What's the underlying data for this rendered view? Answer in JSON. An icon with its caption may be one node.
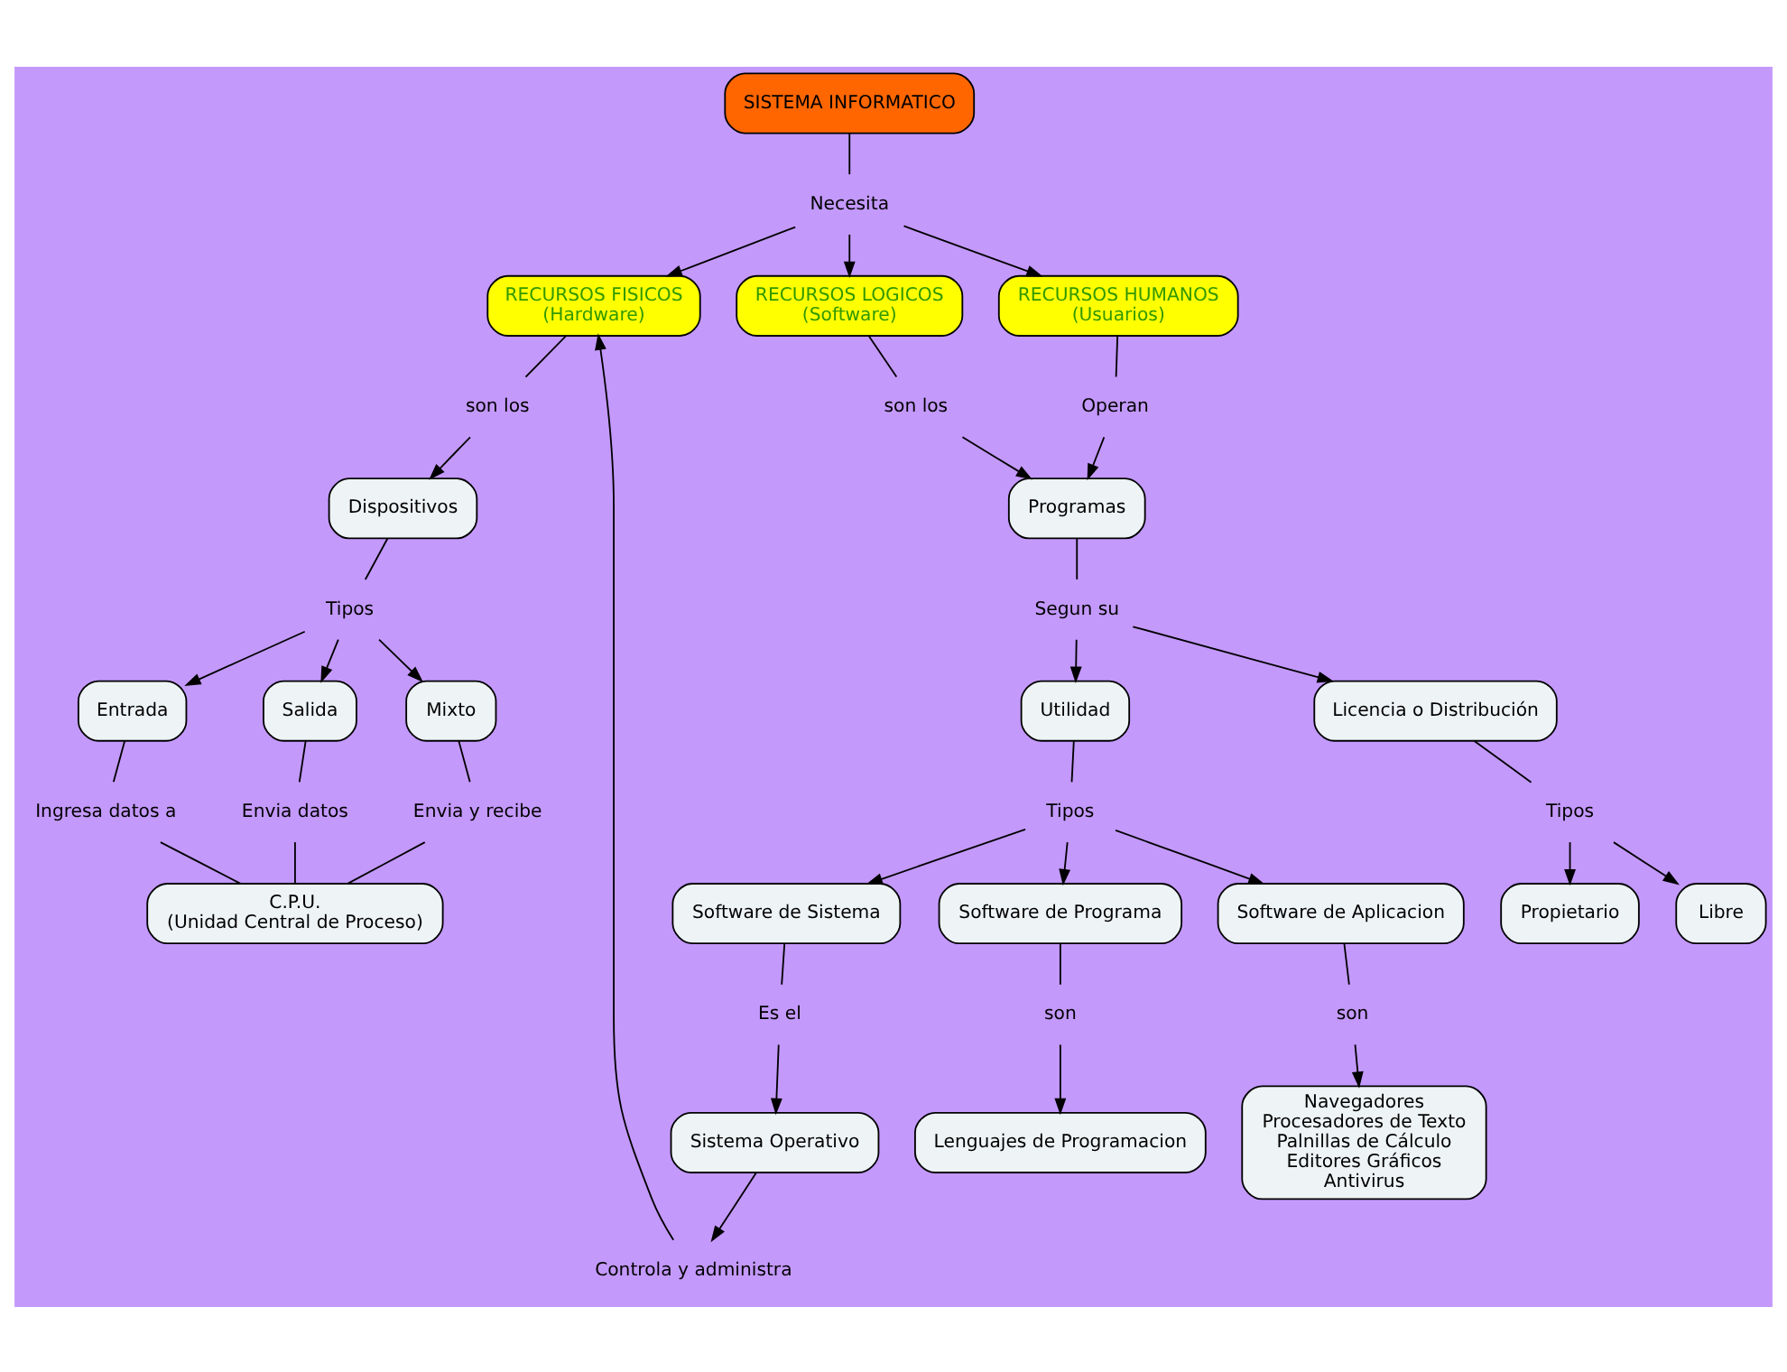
{
  "diagram": {
    "nodes": [
      {
        "text": [
          "SISTEMA INFORMATICO"
        ]
      },
      {
        "text": [
          "Necesita"
        ]
      },
      {
        "text": [
          "RECURSOS FISICOS",
          "(Hardware)"
        ]
      },
      {
        "text": [
          "RECURSOS LOGICOS",
          "(Software)"
        ]
      },
      {
        "text": [
          "RECURSOS HUMANOS",
          "(Usuarios)"
        ]
      },
      {
        "text": [
          "son los"
        ]
      },
      {
        "text": [
          "Dispositivos"
        ]
      },
      {
        "text": [
          "Tipos"
        ]
      },
      {
        "text": [
          "Entrada"
        ]
      },
      {
        "text": [
          "Salida"
        ]
      },
      {
        "text": [
          "Mixto"
        ]
      },
      {
        "text": [
          "Ingresa datos a"
        ]
      },
      {
        "text": [
          "Envia datos"
        ]
      },
      {
        "text": [
          "Envia y recibe"
        ]
      },
      {
        "text": [
          "C.P.U.",
          "(Unidad Central de Proceso)"
        ]
      },
      {
        "text": [
          "Controla y administra"
        ]
      },
      {
        "text": [
          "son los"
        ]
      },
      {
        "text": [
          "Programas"
        ]
      },
      {
        "text": [
          "Operan"
        ]
      },
      {
        "text": [
          "Segun su"
        ]
      },
      {
        "text": [
          "Utilidad"
        ]
      },
      {
        "text": [
          "Licencia o Distribución"
        ]
      },
      {
        "text": [
          "Tipos"
        ]
      },
      {
        "text": [
          "Tipos"
        ]
      },
      {
        "text": [
          "Propietario"
        ]
      },
      {
        "text": [
          "Libre"
        ]
      },
      {
        "text": [
          "Software de Sistema"
        ]
      },
      {
        "text": [
          "Software de Programa"
        ]
      },
      {
        "text": [
          "Software de Aplicacion"
        ]
      },
      {
        "text": [
          "Es el"
        ]
      },
      {
        "text": [
          "son"
        ]
      },
      {
        "text": [
          "Lenguajes de Programacion"
        ]
      },
      {
        "text": [
          "son"
        ]
      },
      {
        "text": [
          "Sistema Operativo"
        ]
      },
      {
        "text": [
          "Navegadores",
          "Procesadores de Texto",
          "Palnillas de Cálculo",
          "Editores Gráficos",
          "Antivirus"
        ]
      }
    ],
    "edges": [
      {
        "from": 0,
        "to": 1,
        "arrow": "none"
      },
      {
        "from": 1,
        "to": 2,
        "arrow": "to"
      },
      {
        "from": 1,
        "to": 3,
        "arrow": "to"
      },
      {
        "from": 1,
        "to": 4,
        "arrow": "to"
      },
      {
        "from": 2,
        "to": 5,
        "arrow": "none"
      },
      {
        "from": 5,
        "to": 6,
        "arrow": "to"
      },
      {
        "from": 6,
        "to": 7,
        "arrow": "none"
      },
      {
        "from": 7,
        "to": 8,
        "arrow": "to"
      },
      {
        "from": 7,
        "to": 9,
        "arrow": "to"
      },
      {
        "from": 7,
        "to": 10,
        "arrow": "to"
      },
      {
        "from": 8,
        "to": 11,
        "arrow": "none"
      },
      {
        "from": 11,
        "to": 14,
        "arrow": "none"
      },
      {
        "from": 9,
        "to": 12,
        "arrow": "none"
      },
      {
        "from": 12,
        "to": 14,
        "arrow": "none"
      },
      {
        "from": 10,
        "to": 13,
        "arrow": "none"
      },
      {
        "from": 13,
        "to": 14,
        "arrow": "none"
      },
      {
        "from": 33,
        "to": 15,
        "arrow": "to"
      },
      {
        "from": 15,
        "to": 2,
        "arrow": "to"
      },
      {
        "from": 3,
        "to": 16,
        "arrow": "none"
      },
      {
        "from": 16,
        "to": 17,
        "arrow": "to"
      },
      {
        "from": 4,
        "to": 18,
        "arrow": "none"
      },
      {
        "from": 18,
        "to": 17,
        "arrow": "to"
      },
      {
        "from": 17,
        "to": 19,
        "arrow": "none"
      },
      {
        "from": 19,
        "to": 20,
        "arrow": "to"
      },
      {
        "from": 19,
        "to": 21,
        "arrow": "to"
      },
      {
        "from": 20,
        "to": 22,
        "arrow": "none"
      },
      {
        "from": 22,
        "to": 26,
        "arrow": "to"
      },
      {
        "from": 22,
        "to": 27,
        "arrow": "to"
      },
      {
        "from": 22,
        "to": 28,
        "arrow": "to"
      },
      {
        "from": 21,
        "to": 23,
        "arrow": "none"
      },
      {
        "from": 23,
        "to": 24,
        "arrow": "to"
      },
      {
        "from": 23,
        "to": 25,
        "arrow": "to"
      },
      {
        "from": 26,
        "to": 29,
        "arrow": "none"
      },
      {
        "from": 29,
        "to": 33,
        "arrow": "to"
      },
      {
        "from": 27,
        "to": 30,
        "arrow": "none"
      },
      {
        "from": 30,
        "to": 31,
        "arrow": "to"
      },
      {
        "from": 28,
        "to": 32,
        "arrow": "none"
      },
      {
        "from": 32,
        "to": 34,
        "arrow": "to"
      }
    ]
  }
}
